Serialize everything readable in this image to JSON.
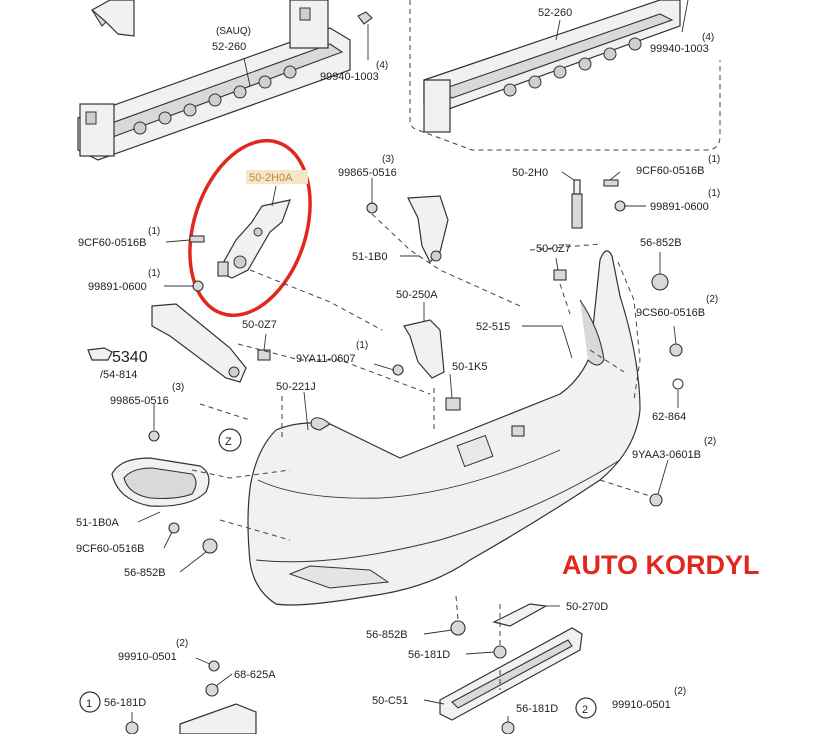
{
  "diagram": {
    "watermark": "AUTO KORDYL",
    "highlight_color": "#e0281c",
    "highlight_label_color": "#b98a3a",
    "labels": {
      "sauq": "(SAUQ)",
      "p52_260_left": "52-260",
      "p52_260_right": "52-260",
      "p99940_left": "99940-1003",
      "p99940_left_qty": "(4)",
      "p99940_right": "99940-1003",
      "p99940_right_qty": "(4)",
      "p50_2h0a": "50-2H0A",
      "p99865_top": "99865-0516",
      "p99865_top_qty": "(3)",
      "p50_2h0": "50-2H0",
      "p9cf60_right": "9CF60-0516B",
      "p9cf60_right_qty": "(1)",
      "p99891_right": "99891-0600",
      "p99891_right_qty": "(1)",
      "p9cf60_left": "9CF60-0516B",
      "p9cf60_left_qty": "(1)",
      "p99891_left": "99891-0600",
      "p99891_left_qty": "(1)",
      "p51_1b0": "51-1B0",
      "p50_0z7_top": "50-0Z7",
      "p56_852b_top": "56-852B",
      "p50_250a": "50-250A",
      "p9cs60": "9CS60-0516B",
      "p9cs60_qty": "(2)",
      "p52_515": "52-515",
      "p5340": "5340",
      "p54_814": "/54-814",
      "p50_0z7_mid": "50-0Z7",
      "p9ya11": "9YA11-0607",
      "p9ya11_qty": "(1)",
      "p50_1k5": "50-1K5",
      "p99865_mid": "99865-0516",
      "p99865_mid_qty": "(3)",
      "p50_221j": "50-221J",
      "p62_864": "62-864",
      "z_marker": "Z",
      "p9yaa3": "9YAA3-0601B",
      "p9yaa3_qty": "(2)",
      "p51_1b0a": "51-1B0A",
      "p9cf60_bottom": "9CF60-0516B",
      "p56_852b_mid": "56-852B",
      "p50_270d": "50-270D",
      "p56_852b_bottom": "56-852B",
      "p56_181d_mid": "56-181D",
      "p99910_left": "99910-0501",
      "p99910_left_qty": "(2)",
      "p68_625a": "68-625A",
      "circle_1": "1",
      "p56_181d_left": "56-181D",
      "p50_c51": "50-C51",
      "p56_181d_right": "56-181D",
      "circle_2": "2",
      "p99910_right": "99910-0501",
      "p99910_right_qty": "(2)"
    }
  }
}
